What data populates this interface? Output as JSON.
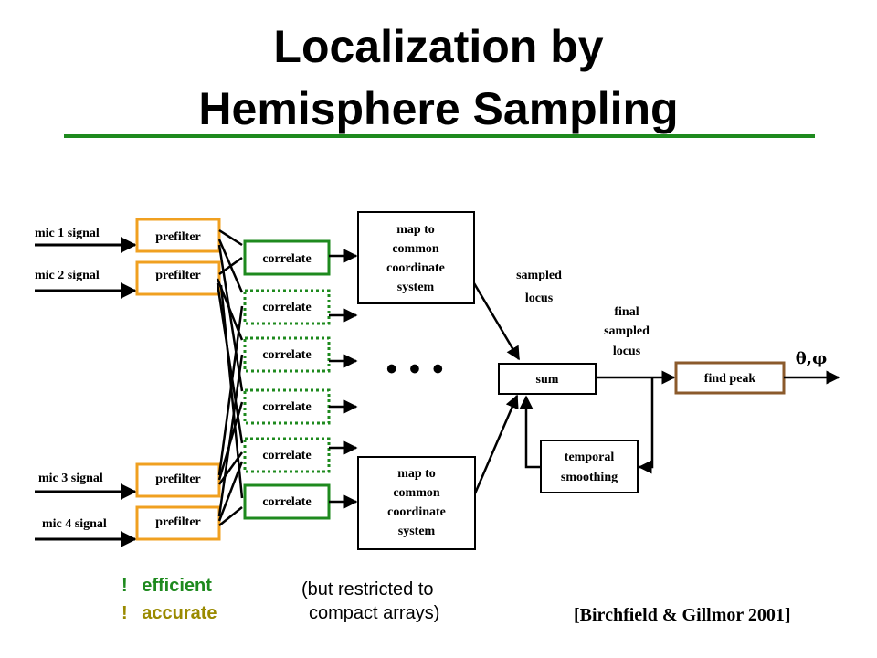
{
  "title": {
    "line1": "Localization by",
    "line2": "Hemisphere Sampling"
  },
  "inputs": [
    "mic 1 signal",
    "mic 2 signal",
    "mic 3 signal",
    "mic 4 signal"
  ],
  "prefilter_label": "prefilter",
  "correlate_label": "correlate",
  "map_box": [
    "map to",
    "common",
    "coordinate",
    "system"
  ],
  "ellipsis": "• • •",
  "sampled_locus": [
    "sampled",
    "locus"
  ],
  "final_sampled_locus": [
    "final",
    "sampled",
    "locus"
  ],
  "sum_label": "sum",
  "find_peak_label": "find peak",
  "temporal_smoothing": [
    "temporal",
    "smoothing"
  ],
  "output_label": "θ,φ",
  "notes": {
    "bullet": "!",
    "efficient": "efficient",
    "accurate": "accurate",
    "restriction_line1": "(but restricted to",
    "restriction_line2": "compact arrays)"
  },
  "citation": "[Birchfield & Gillmor 2001]",
  "colors": {
    "prefilter": "#f0a020",
    "correlate": "#1e8a1e",
    "find_peak": "#8b5a2b",
    "rule": "#1e8a1e"
  }
}
